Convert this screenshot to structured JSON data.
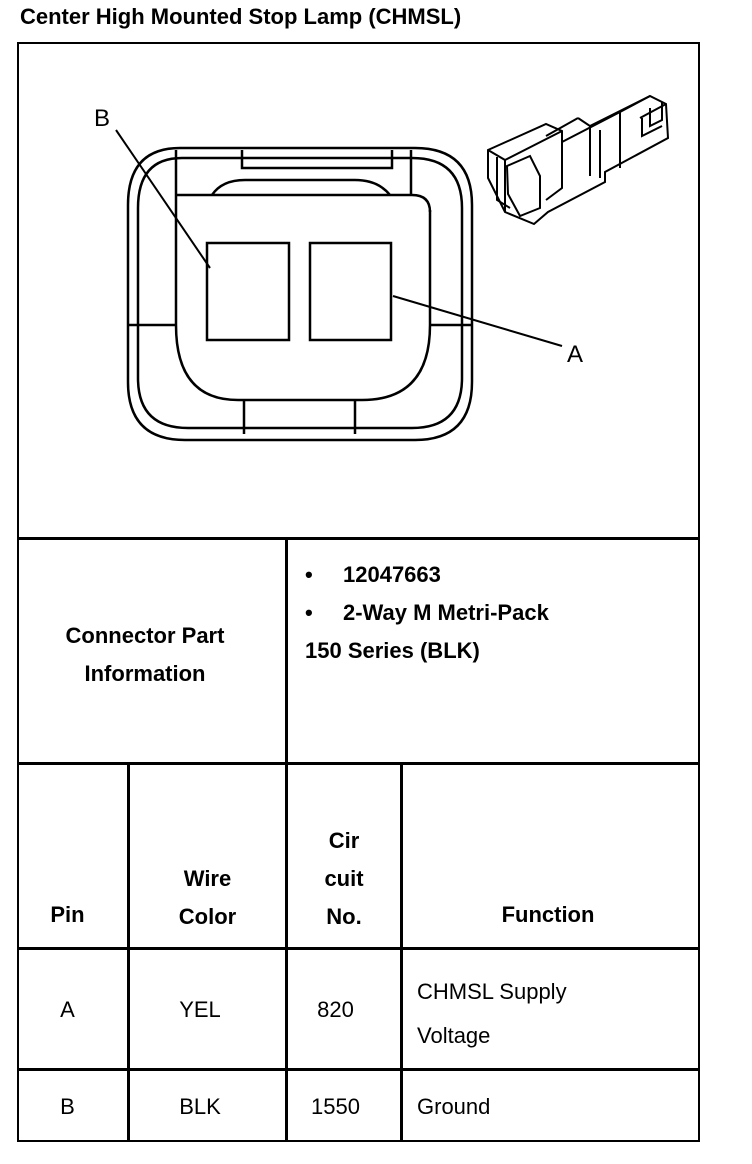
{
  "title": "Center High Mounted Stop Lamp (CHMSL)",
  "diagram": {
    "label_b": "B",
    "label_a": "A"
  },
  "connector_info": {
    "label": "Connector Part Information",
    "bullet": "•",
    "part_number": "12047663",
    "description_line1": "2-Way M Metri-Pack",
    "description_line2": "150 Series (BLK)"
  },
  "table": {
    "headers": {
      "pin": "Pin",
      "wire_color_1": "Wire",
      "wire_color_2": "Color",
      "circuit_1": "Cir",
      "circuit_2": "cuit",
      "circuit_3": "No.",
      "function": "Function"
    },
    "rows": [
      {
        "pin": "A",
        "wire_color": "YEL",
        "circuit": "820",
        "function_1": "CHMSL Supply",
        "function_2": "Voltage"
      },
      {
        "pin": "B",
        "wire_color": "BLK",
        "circuit": "1550",
        "function_1": "Ground",
        "function_2": ""
      }
    ]
  }
}
